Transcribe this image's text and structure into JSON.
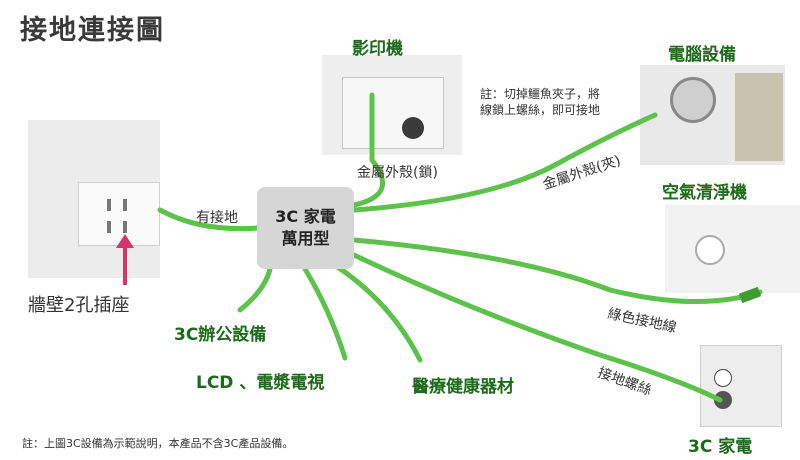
{
  "title": "接地連接圖",
  "hub": {
    "line1": "3C 家電",
    "line2": "萬用型"
  },
  "devices": {
    "copier": "影印機",
    "computer": "電腦設備",
    "air_purifier": "空氣清淨機",
    "appliance_3c": "3C 家電"
  },
  "categories": {
    "office": "3C辦公設備",
    "tv": "LCD 、電漿電視",
    "medical": "醫療健康器材"
  },
  "cable_labels": {
    "grounded": "有接地",
    "metal_lock": "金屬外殼(鎖)",
    "metal_clip": "金屬外殼(夾)",
    "green_wire": "綠色接地線",
    "ground_screw": "接地螺絲"
  },
  "copier_note": {
    "line1": "註：切掉鱷魚夾子，將",
    "line2": "線鎖上螺絲，即可接地"
  },
  "wall_socket_label": "牆壁2孔插座",
  "footnote": "註：上圖3C設備為示範說明，本產品不含3C產品設備。",
  "colors": {
    "cable": "#5cc24a",
    "cable_dark": "#3f9a32",
    "arrow": "#d6336c",
    "hub": "#d6d6d6",
    "title": "#3a3a3a",
    "label_green": "#1d6b1a"
  }
}
